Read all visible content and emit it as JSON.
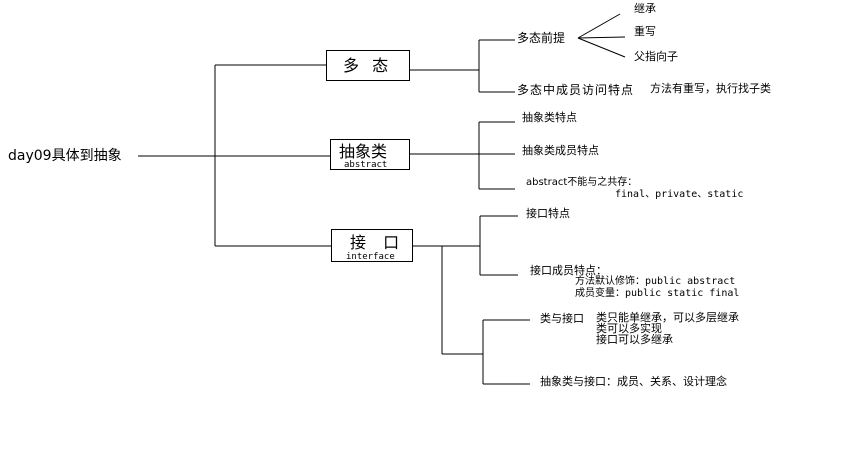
{
  "root": "day09具体到抽象",
  "duotai": {
    "title": "多 态",
    "premise": "多态前提",
    "premise_items": [
      "继承",
      "重写",
      "父指向子"
    ],
    "members": "多态中成员访问特点",
    "members_note": "方法有重写，执行找子类"
  },
  "abstract": {
    "title": "抽象类",
    "subtitle": "abstract",
    "items": [
      "抽象类特点",
      "抽象类成员特点",
      "abstract不能与之共存："
    ],
    "coexist_keywords": "final、private、static"
  },
  "interface": {
    "title": "接 口",
    "subtitle": "interface",
    "features": "接口特点",
    "members": "接口成员特点：",
    "members_method": "方法默认修饰：public abstract",
    "members_var": "成员变量：public static final",
    "class_interface": "类与接口",
    "ci_line1": "类只能单继承，可以多层继承",
    "ci_line2": "类可以多实现",
    "ci_line3": "接口可以多继承",
    "abstract_vs_interface": "抽象类与接口：成员、关系、设计理念"
  }
}
